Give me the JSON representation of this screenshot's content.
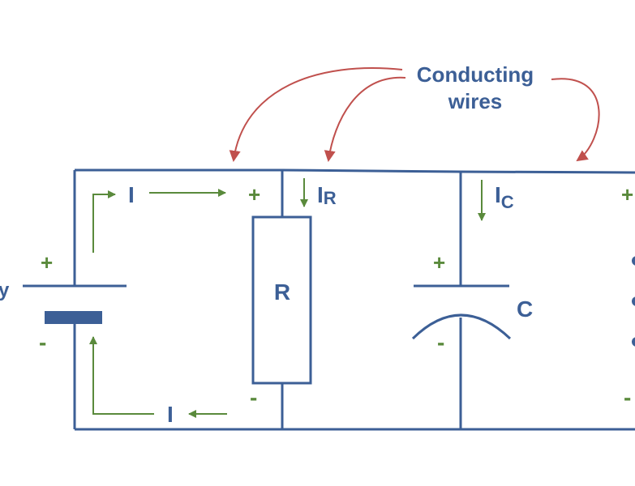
{
  "callout": {
    "line1": "Conducting",
    "line2": "wires"
  },
  "battery": {
    "label_fragment": "y",
    "plus": "+",
    "minus": "-"
  },
  "currents": {
    "source": "I",
    "return": "I",
    "resistor": "I",
    "resistor_sub": "R",
    "capacitor": "I",
    "capacitor_sub": "C"
  },
  "resistor": {
    "label": "R",
    "plus": "+",
    "minus": "-"
  },
  "capacitor": {
    "label": "C",
    "plus": "+",
    "minus": "-"
  },
  "load": {
    "plus": "+",
    "minus": "-"
  },
  "colors": {
    "wire": "#3c5f96",
    "current": "#5a8a3c",
    "callout": "#c0504d"
  }
}
